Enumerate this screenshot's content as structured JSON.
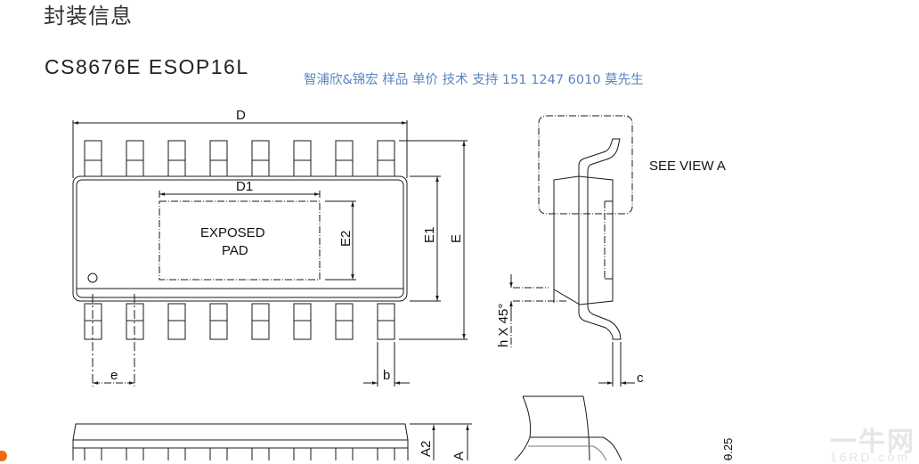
{
  "page": {
    "heading": "封装信息",
    "part_title": "CS8676E  ESOP16L",
    "contact_note": "智浦欣&锦宏 样品 单价 技术 支持 151 1247 6010 莫先生"
  },
  "drawing": {
    "top_view": {
      "dim_D": "D",
      "dim_D1": "D1",
      "dim_E": "E",
      "dim_E1": "E1",
      "dim_E2": "E2",
      "dim_e": "e",
      "dim_b": "b",
      "pad_label_line1": "EXPOSED",
      "pad_label_line2": "PAD",
      "pin_count_per_side": 8
    },
    "side_view": {
      "see_view_label": "SEE VIEW A",
      "dim_h": "h X 45°",
      "dim_c": "c"
    },
    "front_view": {
      "dim_A2": "A2",
      "dim_A": "A"
    },
    "detail_view": {
      "dim_gauge": "0.25"
    },
    "colors": {
      "line": "#1a1a1a",
      "contact_text": "#5b85c0"
    }
  },
  "watermark": {
    "text": "一牛网",
    "sub": "16RD.com"
  }
}
